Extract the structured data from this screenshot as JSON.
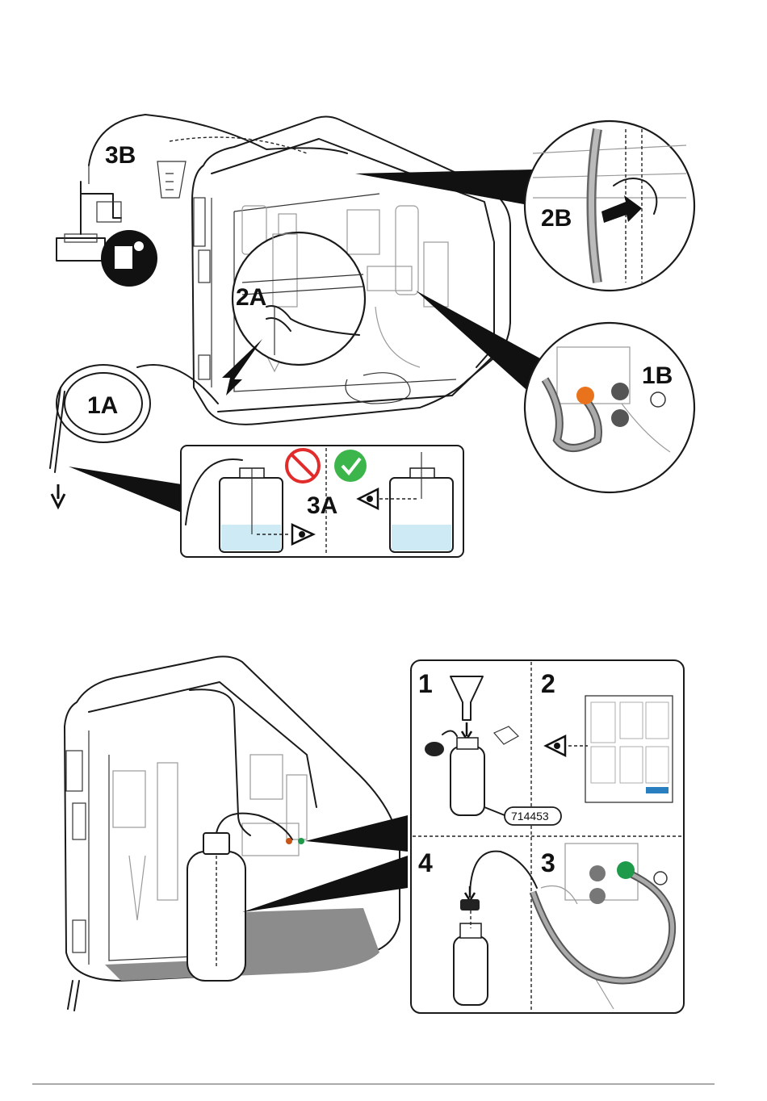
{
  "figure_top": {
    "labels": {
      "step_1a": "1A",
      "step_1b": "1B",
      "step_2a": "2A",
      "step_2b": "2B",
      "step_3a": "3A",
      "step_3b": "3B"
    },
    "icons": [
      "read-manual-icon",
      "prohibited-icon",
      "check-icon",
      "eye-icon",
      "arrow-down-icon",
      "push-arrow-icon"
    ],
    "colors": {
      "fitting_orange": "#e8731c",
      "check_green": "#3cb54a",
      "prohibited_red": "#e22b2b",
      "liquid_blue": "#cdeaf5"
    }
  },
  "figure_bottom": {
    "steps": {
      "s1": "1",
      "s2": "2",
      "s3": "3",
      "s4": "4"
    },
    "part_number": "714453",
    "icons": [
      "funnel-icon",
      "eye-icon",
      "arrow-down-icon",
      "cap-icon",
      "box-icon"
    ],
    "colors": {
      "fitting_green": "#1f9a4a",
      "tray_grey": "#8c8c8c"
    }
  }
}
